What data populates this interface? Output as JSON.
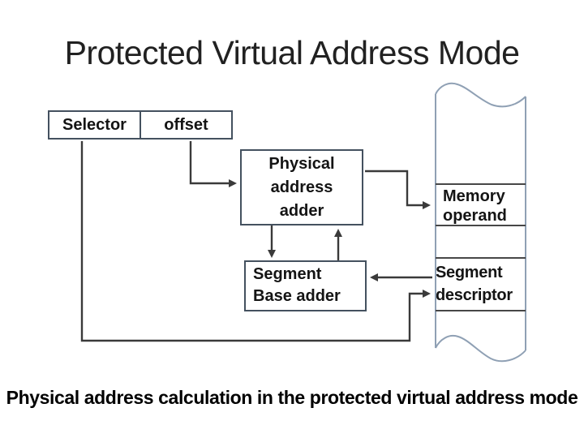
{
  "slide": {
    "title": "Protected Virtual Address Mode",
    "caption": "Physical address calculation in the protected virtual address mode"
  },
  "diagram": {
    "register": {
      "selector": "Selector",
      "offset": "offset"
    },
    "physical_adder": {
      "line1": "Physical",
      "line2": "address",
      "line3": "adder"
    },
    "segment_base_adder": {
      "line1": "Segment",
      "line2": "Base adder"
    },
    "memory": {
      "operand": {
        "line1": "Memory",
        "line2": "operand"
      },
      "descriptor": {
        "line1": "Segment",
        "line2": "descriptor"
      }
    },
    "colors": {
      "box_border": "#44515f",
      "strip_outline": "#8fa0b4",
      "cell_line": "#474747",
      "connector": "#3a3a3a",
      "text": "#141414"
    }
  }
}
